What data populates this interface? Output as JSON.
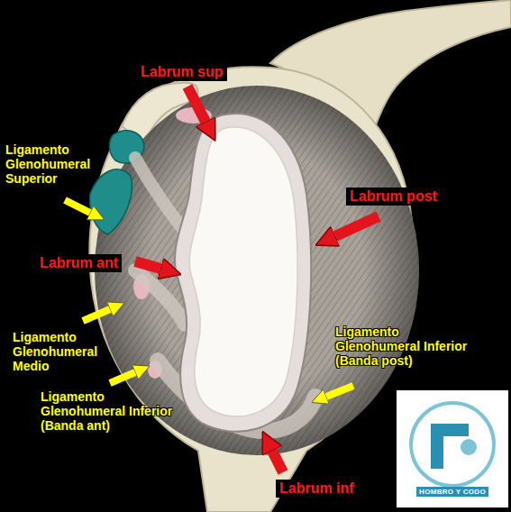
{
  "diagram": {
    "labels": [
      "Labrum sup",
      "Ligamento Glenohumeral Superior",
      "Labrum post",
      "Labrum ant",
      "Ligamento Glenohumeral Medio",
      "Ligamento Glenohumeral Inferior (Banda post)",
      "Ligamento Glenohumeral Inferior (Banda ant)",
      "Labrum inf",
      "HOMBRO Y CODO"
    ]
  }
}
